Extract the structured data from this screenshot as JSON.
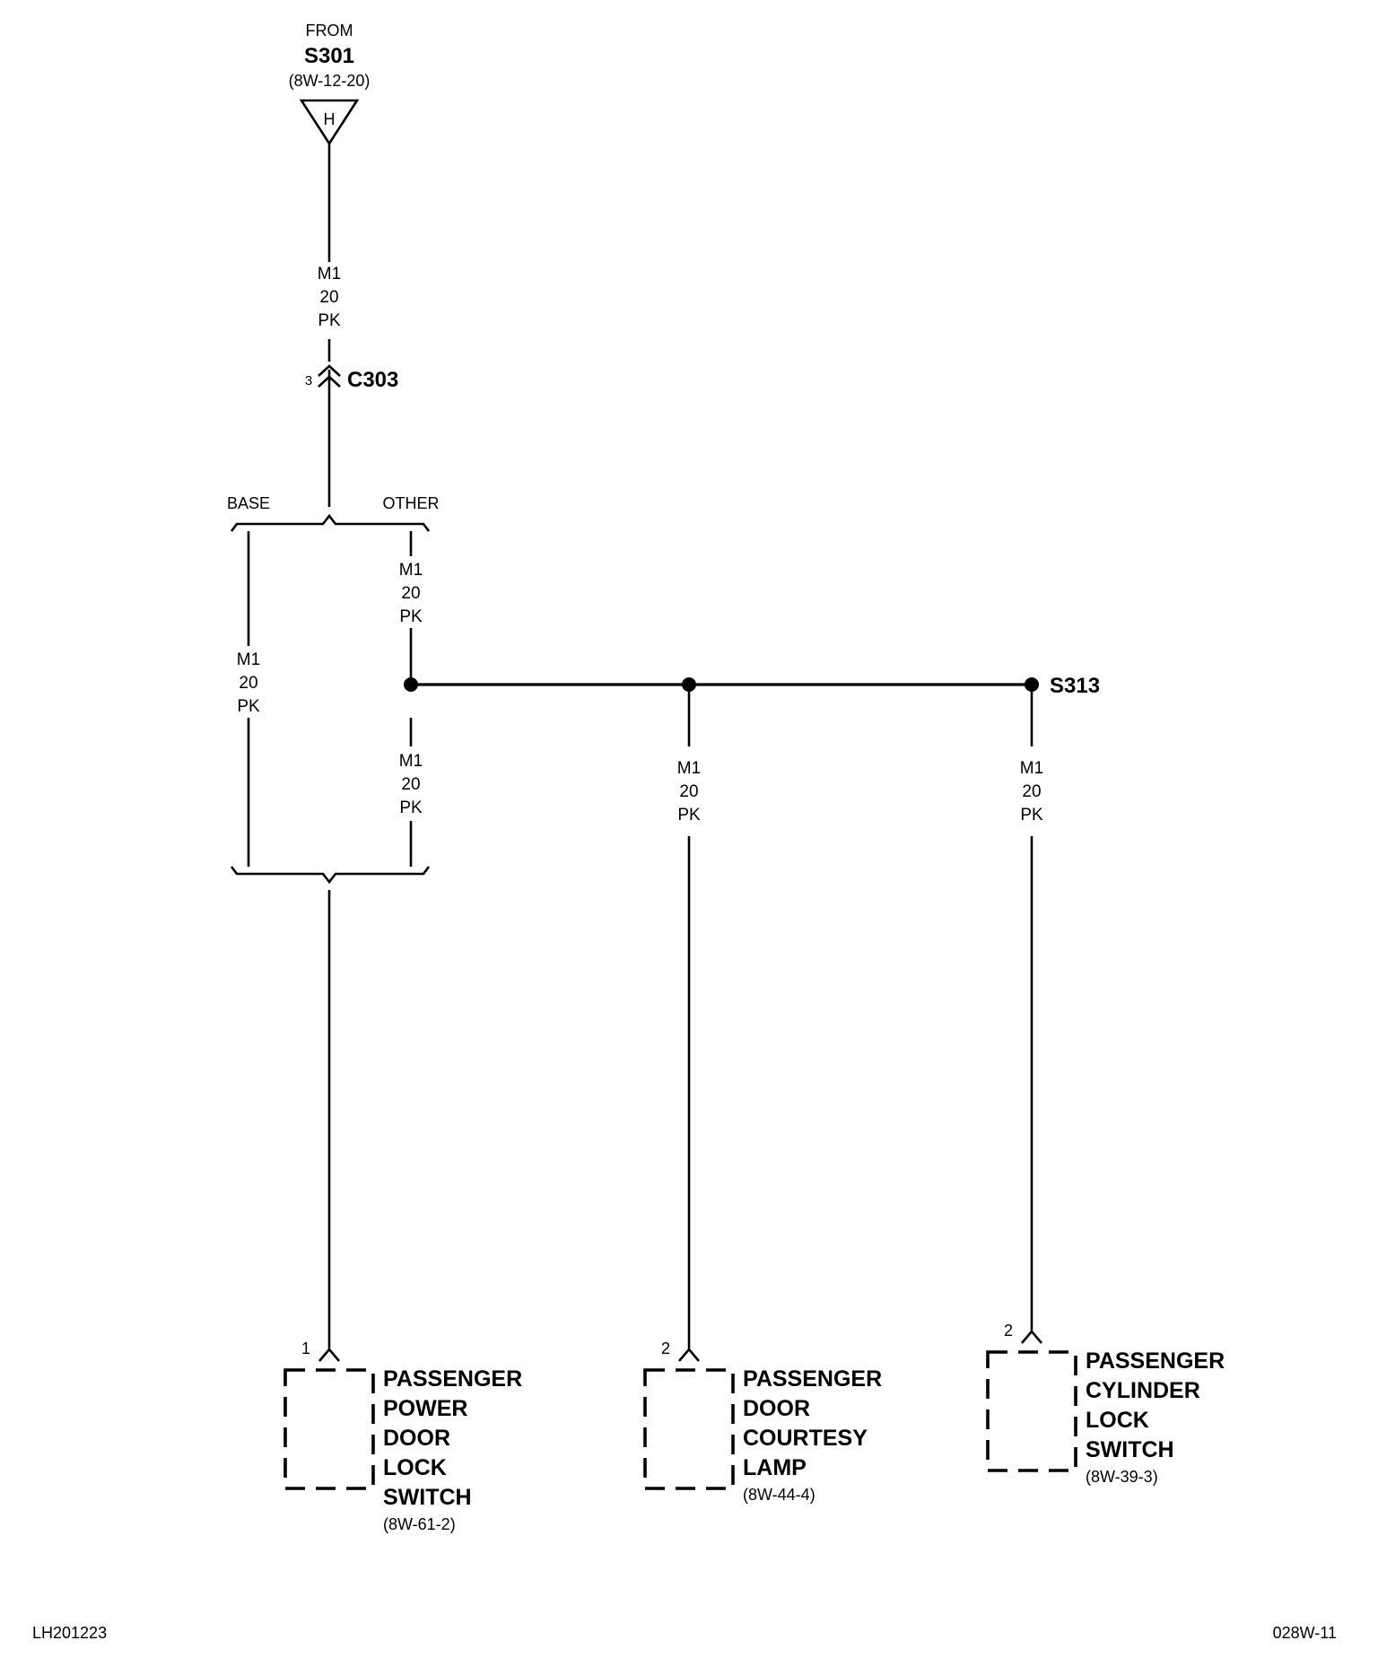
{
  "source": {
    "from_label": "FROM",
    "splice": "S301",
    "ref": "(8W-12-20)",
    "terminal": "H"
  },
  "wires": {
    "main": {
      "circuit": "M1",
      "gauge": "20",
      "color": "PK"
    },
    "base": {
      "circuit": "M1",
      "gauge": "20",
      "color": "PK"
    },
    "other_upper": {
      "circuit": "M1",
      "gauge": "20",
      "color": "PK"
    },
    "other_lower": {
      "circuit": "M1",
      "gauge": "20",
      "color": "PK"
    },
    "courtesy": {
      "circuit": "M1",
      "gauge": "20",
      "color": "PK"
    },
    "cylinder": {
      "circuit": "M1",
      "gauge": "20",
      "color": "PK"
    }
  },
  "connector": {
    "name": "C303",
    "pin": "3"
  },
  "options": {
    "base": "BASE",
    "other": "OTHER"
  },
  "splice_end": "S313",
  "components": {
    "power_door_lock_switch": {
      "pin": "1",
      "lines": [
        "PASSENGER",
        "POWER",
        "DOOR",
        "LOCK",
        "SWITCH"
      ],
      "ref": "(8W-61-2)"
    },
    "door_courtesy_lamp": {
      "pin": "2",
      "lines": [
        "PASSENGER",
        "DOOR",
        "COURTESY",
        "LAMP"
      ],
      "ref": "(8W-44-4)"
    },
    "cylinder_lock_switch": {
      "pin": "2",
      "lines": [
        "PASSENGER",
        "CYLINDER",
        "LOCK",
        "SWITCH"
      ],
      "ref": "(8W-39-3)"
    }
  },
  "footer": {
    "left": "LH201223",
    "right": "028W-11"
  }
}
